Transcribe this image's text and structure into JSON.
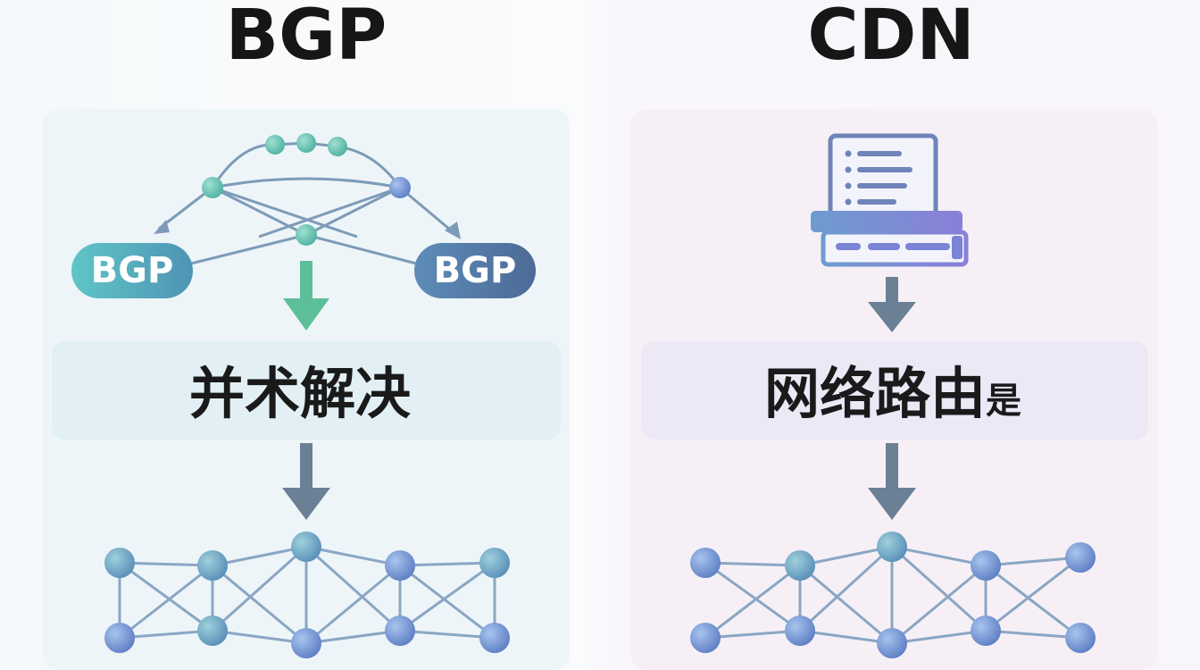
{
  "left_panel": {
    "title": "BGP",
    "pill_left": "BGP",
    "pill_right": "BGP",
    "label": "并术解决"
  },
  "right_panel": {
    "title": "CDN",
    "label_main": "网络路由",
    "label_suffix": "是"
  },
  "colors": {
    "teal": "#5fbfae",
    "blue_node": "#6f8fce",
    "slate_arrow": "#6b7f95",
    "green_arrow": "#5cbf9a",
    "pill_start": "#63c4c8",
    "pill_end": "#5a7fa6",
    "server_accent": "#7a83d6"
  }
}
